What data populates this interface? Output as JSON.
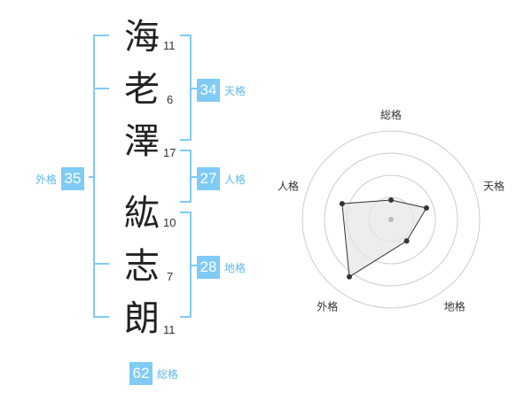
{
  "name": {
    "characters": [
      {
        "char": "海",
        "strokes": "11"
      },
      {
        "char": "老",
        "strokes": "6"
      },
      {
        "char": "澤",
        "strokes": "17"
      },
      {
        "char": "紘",
        "strokes": "10"
      },
      {
        "char": "志",
        "strokes": "7"
      },
      {
        "char": "朗",
        "strokes": "11"
      }
    ]
  },
  "fortune": {
    "tenkaku": {
      "value": "34",
      "label": "天格"
    },
    "jinkaku": {
      "value": "27",
      "label": "人格"
    },
    "chikaku": {
      "value": "28",
      "label": "地格"
    },
    "gaikaku": {
      "value": "35",
      "label": "外格"
    },
    "soukaku": {
      "value": "62",
      "label": "総格"
    }
  },
  "chart_data": {
    "type": "radar",
    "axes": [
      "総格",
      "天格",
      "地格",
      "外格",
      "人格"
    ],
    "values": [
      0.22,
      0.42,
      0.3,
      0.8,
      0.58
    ],
    "rings": 4,
    "colors": {
      "ring": "#cccccc",
      "fill": "#e6e6e6",
      "line": "#333333",
      "point": "#333333",
      "center": "#bbbbbb"
    }
  },
  "colors": {
    "bracket": "#7fcbf5",
    "badge": "#7fcbf5",
    "label": "#5fb8ec"
  }
}
